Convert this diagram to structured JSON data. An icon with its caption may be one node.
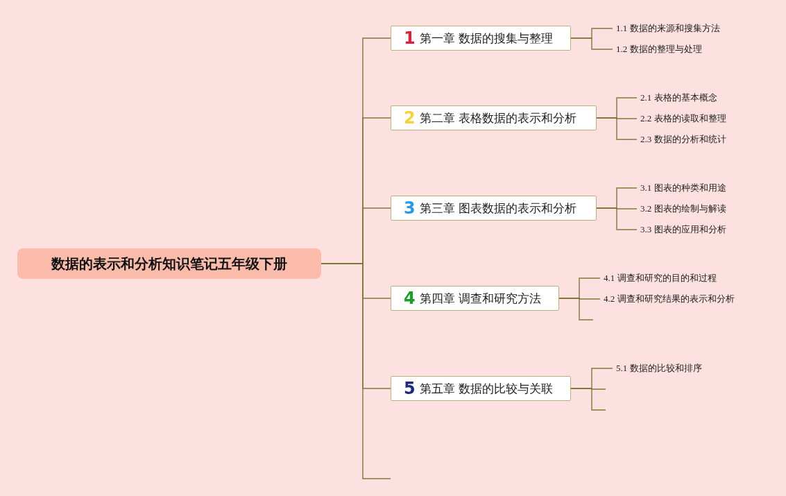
{
  "diagram": {
    "nodes": [
      {
        "text": [
          "数据的表示和分析知识笔记五年级下册"
        ]
      },
      {
        "text": [
          "1",
          "第一章 数据的搜集与整理"
        ]
      },
      {
        "text": [
          "1.1 数据的来源和搜集方法"
        ]
      },
      {
        "text": [
          "1.2 数据的整理与处理"
        ]
      },
      {
        "text": [
          "2",
          "第二章 表格数据的表示和分析"
        ]
      },
      {
        "text": [
          "2.1 表格的基本概念"
        ]
      },
      {
        "text": [
          "2.2 表格的读取和整理"
        ]
      },
      {
        "text": [
          "2.3 数据的分析和统计"
        ]
      },
      {
        "text": [
          "3",
          "第三章 图表数据的表示和分析"
        ]
      },
      {
        "text": [
          "3.1 图表的种类和用途"
        ]
      },
      {
        "text": [
          "3.2 图表的绘制与解读"
        ]
      },
      {
        "text": [
          "3.3 图表的应用和分析"
        ]
      },
      {
        "text": [
          "4",
          "第四章 调查和研究方法"
        ]
      },
      {
        "text": [
          "4.1 调查和研究的目的和过程"
        ]
      },
      {
        "text": [
          "4.2 调查和研究结果的表示和分析"
        ]
      },
      {
        "text": [
          "5",
          "第五章 数据的比较与关联"
        ]
      },
      {
        "text": [
          "5.1 数据的比较和排序"
        ]
      }
    ],
    "edges": [
      {
        "from": 0,
        "to": 1,
        "arrow": "none"
      },
      {
        "from": 0,
        "to": 4,
        "arrow": "none"
      },
      {
        "from": 0,
        "to": 8,
        "arrow": "none"
      },
      {
        "from": 0,
        "to": 12,
        "arrow": "none"
      },
      {
        "from": 0,
        "to": 15,
        "arrow": "none"
      },
      {
        "from": 0,
        "to": null,
        "arrow": "none"
      },
      {
        "from": 1,
        "to": 2,
        "arrow": "none"
      },
      {
        "from": 1,
        "to": 3,
        "arrow": "none"
      },
      {
        "from": 4,
        "to": 5,
        "arrow": "none"
      },
      {
        "from": 4,
        "to": 6,
        "arrow": "none"
      },
      {
        "from": 4,
        "to": 7,
        "arrow": "none"
      },
      {
        "from": 8,
        "to": 9,
        "arrow": "none"
      },
      {
        "from": 8,
        "to": 10,
        "arrow": "none"
      },
      {
        "from": 8,
        "to": 11,
        "arrow": "none"
      },
      {
        "from": 12,
        "to": 13,
        "arrow": "none"
      },
      {
        "from": 12,
        "to": 14,
        "arrow": "none"
      },
      {
        "from": 12,
        "to": null,
        "arrow": "none"
      },
      {
        "from": 15,
        "to": 16,
        "arrow": "none"
      },
      {
        "from": 15,
        "to": null,
        "arrow": "none"
      },
      {
        "from": 15,
        "to": null,
        "arrow": "none"
      }
    ]
  }
}
